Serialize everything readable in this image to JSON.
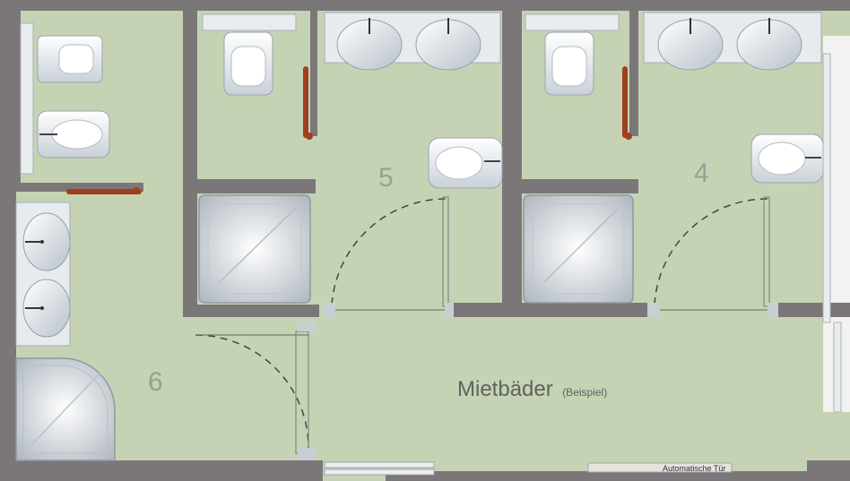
{
  "plan": {
    "title": "Mietbäder",
    "subtitle": "(Beispiel)",
    "rooms": [
      {
        "label": "6"
      },
      {
        "label": "5"
      },
      {
        "label": "4"
      }
    ],
    "door_note": "Automatische Tür"
  },
  "colors": {
    "floor": "#c5d3b4",
    "wall": "#7b7778",
    "fixture": "#f4f6f8",
    "rail": "#a0401e"
  },
  "icons": [
    "toilet-icon",
    "bidet-icon",
    "washbasin-icon",
    "shower-tray-icon",
    "grab-rail-icon",
    "door-swing-icon"
  ]
}
